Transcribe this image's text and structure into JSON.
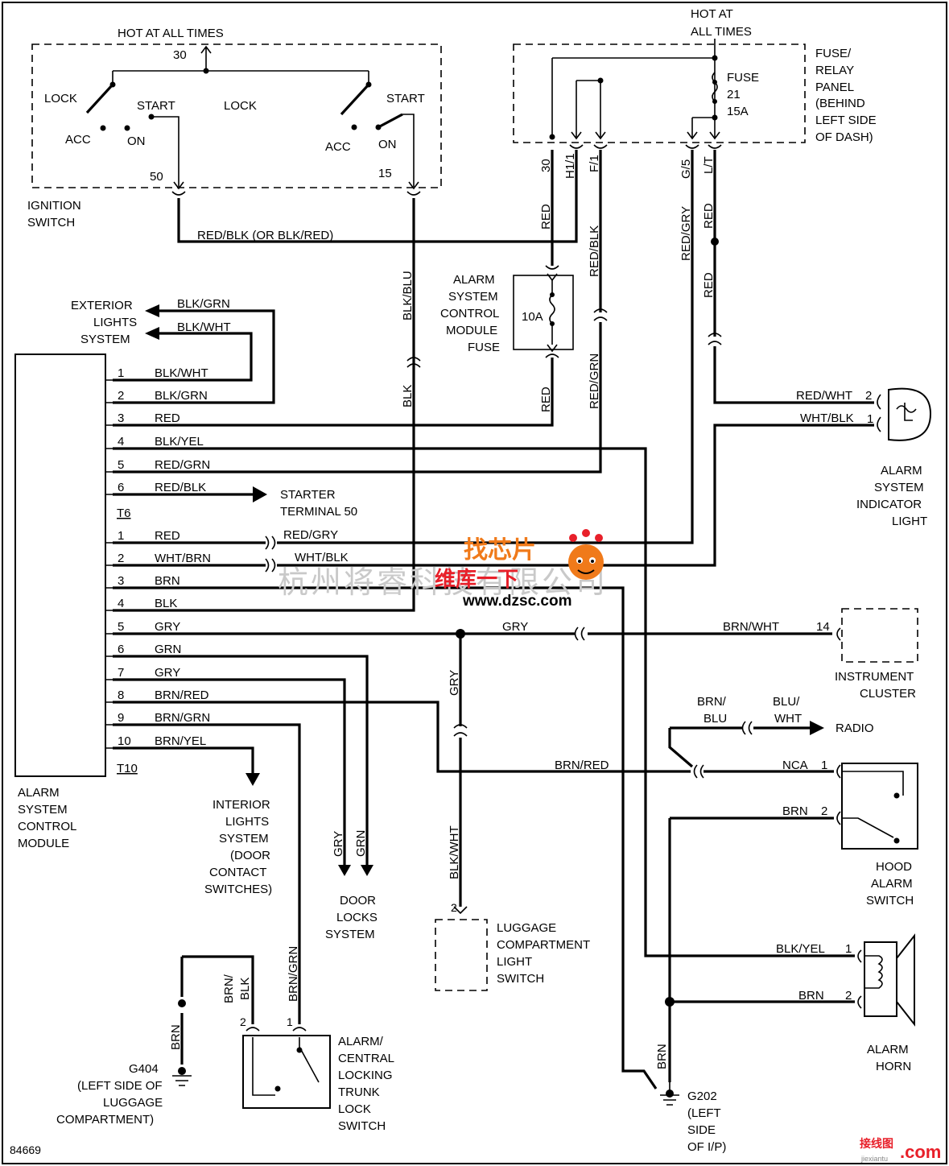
{
  "ignition": {
    "hot_label": "HOT AT ALL TIMES",
    "terminal_30": "30",
    "lock_left": "LOCK",
    "start_left": "START",
    "lock_mid": "LOCK",
    "start_right": "START",
    "acc_left": "ACC",
    "on_left": "ON",
    "acc_right": "ACC",
    "on_right": "ON",
    "terminal_50": "50",
    "terminal_15": "15",
    "title_line1": "IGNITION",
    "title_line2": "SWITCH"
  },
  "fuse_panel": {
    "hot_line1": "HOT AT",
    "hot_line2": "ALL TIMES",
    "fuse_line1": "FUSE",
    "fuse_line2": "21",
    "fuse_line3": "15A",
    "title": [
      "FUSE/",
      "RELAY",
      "PANEL",
      "(BEHIND",
      "LEFT SIDE",
      "OF DASH)"
    ],
    "pins": [
      "30",
      "H1/1",
      "F/1",
      "G/5",
      "L/T"
    ]
  },
  "wires": {
    "red_blk_alt": "RED/BLK (OR BLK/RED)",
    "blk_blu": "BLK/BLU",
    "blk": "BLK",
    "red": "RED",
    "red_blk": "RED/BLK",
    "red_grn": "RED/GRN",
    "red_gry": "RED/GRY",
    "red_wht": "RED/WHT",
    "wht_blk": "WHT/BLK",
    "gry": "GRY",
    "grn": "GRN",
    "brn_wht": "BRN/WHT",
    "brn_blu_1": "BRN/",
    "brn_blu_2": "BLU",
    "blu_wht_1": "BLU/",
    "blu_wht_2": "WHT",
    "brn_red": "BRN/RED",
    "nca": "NCA",
    "brn": "BRN",
    "blk_yel": "BLK/YEL",
    "blk_wht": "BLK/WHT",
    "brn_grn": "BRN/GRN",
    "brn_blk_1": "BRN/",
    "brn_blk_2": "BLK",
    "blk_grn": "BLK/GRN"
  },
  "fuse_10a": {
    "rating": "10A",
    "title": [
      "ALARM",
      "SYSTEM",
      "CONTROL",
      "MODULE",
      "FUSE"
    ]
  },
  "exterior": [
    "EXTERIOR",
    "LIGHTS",
    "SYSTEM"
  ],
  "module": {
    "title": [
      "ALARM",
      "SYSTEM",
      "CONTROL",
      "MODULE"
    ],
    "t6_label": "T6",
    "t10_label": "T10",
    "t6_pins": [
      {
        "n": "1",
        "wire": "BLK/WHT"
      },
      {
        "n": "2",
        "wire": "BLK/GRN"
      },
      {
        "n": "3",
        "wire": "RED"
      },
      {
        "n": "4",
        "wire": "BLK/YEL"
      },
      {
        "n": "5",
        "wire": "RED/GRN"
      },
      {
        "n": "6",
        "wire": "RED/BLK"
      }
    ],
    "t10_pins": [
      {
        "n": "1",
        "wire": "RED"
      },
      {
        "n": "2",
        "wire": "WHT/BRN"
      },
      {
        "n": "3",
        "wire": "BRN"
      },
      {
        "n": "4",
        "wire": "BLK"
      },
      {
        "n": "5",
        "wire": "GRY"
      },
      {
        "n": "6",
        "wire": "GRN"
      },
      {
        "n": "7",
        "wire": "GRY"
      },
      {
        "n": "8",
        "wire": "BRN/RED"
      },
      {
        "n": "9",
        "wire": "BRN/GRN"
      },
      {
        "n": "10",
        "wire": "BRN/YEL"
      }
    ]
  },
  "starter": [
    "STARTER",
    "TERMINAL 50"
  ],
  "indicator": {
    "pin2": "2",
    "pin1": "1",
    "title": [
      "ALARM",
      "SYSTEM",
      "INDICATOR",
      "LIGHT"
    ]
  },
  "instrument": {
    "pin": "14",
    "title": [
      "INSTRUMENT",
      "CLUSTER"
    ]
  },
  "radio": "RADIO",
  "hood": {
    "pin1": "1",
    "pin2": "2",
    "title": [
      "HOOD",
      "ALARM",
      "SWITCH"
    ]
  },
  "horn": {
    "pin1": "1",
    "pin2": "2",
    "title": [
      "ALARM",
      "HORN"
    ]
  },
  "interior": [
    "INTERIOR",
    "LIGHTS",
    "SYSTEM",
    "(DOOR",
    "CONTACT",
    "SWITCHES)"
  ],
  "door_locks": [
    "DOOR",
    "LOCKS",
    "SYSTEM"
  ],
  "luggage": {
    "pin": "2",
    "title": [
      "LUGGAGE",
      "COMPARTMENT",
      "LIGHT",
      "SWITCH"
    ]
  },
  "trunk": {
    "pin2": "2",
    "pin1": "1",
    "title": [
      "ALARM/",
      "CENTRAL",
      "LOCKING",
      "TRUNK",
      "LOCK",
      "SWITCH"
    ]
  },
  "g404": [
    "G404",
    "(LEFT SIDE OF",
    "LUGGAGE",
    "COMPARTMENT)"
  ],
  "g202": [
    "G202",
    "(LEFT",
    "SIDE",
    "OF I/P)"
  ],
  "diagram_id": "84669",
  "watermark": {
    "company": "杭州将睿科技有限公司",
    "logo_text": "找芯片",
    "logo_sub": "维库一下",
    "url": "www.dzsc.com",
    "corner": "接线图",
    "corner_sub": "jiexiantu",
    "corner_com": ".com",
    "accent": "#f07a1a",
    "red": "#e8202a"
  }
}
